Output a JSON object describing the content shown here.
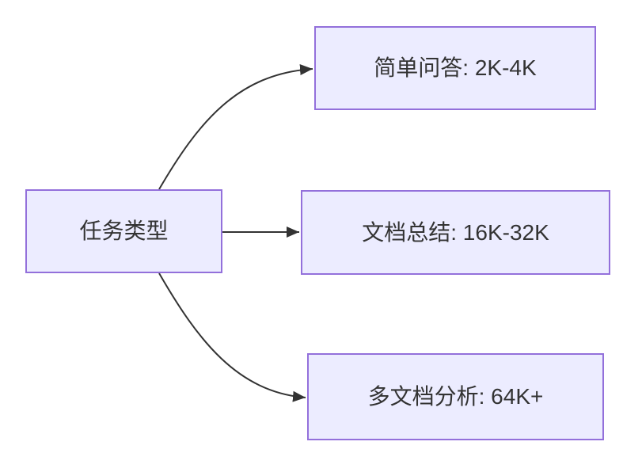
{
  "diagram": {
    "type": "flowchart",
    "direction": "left-to-right",
    "root": {
      "label": "任务类型"
    },
    "children": [
      {
        "label": "简单问答: 2K-4K"
      },
      {
        "label": "文档总结: 16K-32K"
      },
      {
        "label": "多文档分析: 64K+"
      }
    ]
  },
  "colors": {
    "node_fill": "#ECECFF",
    "node_border": "#9370DB",
    "edge_color": "#333333",
    "text_color": "#333333",
    "background": "#FFFFFF"
  }
}
